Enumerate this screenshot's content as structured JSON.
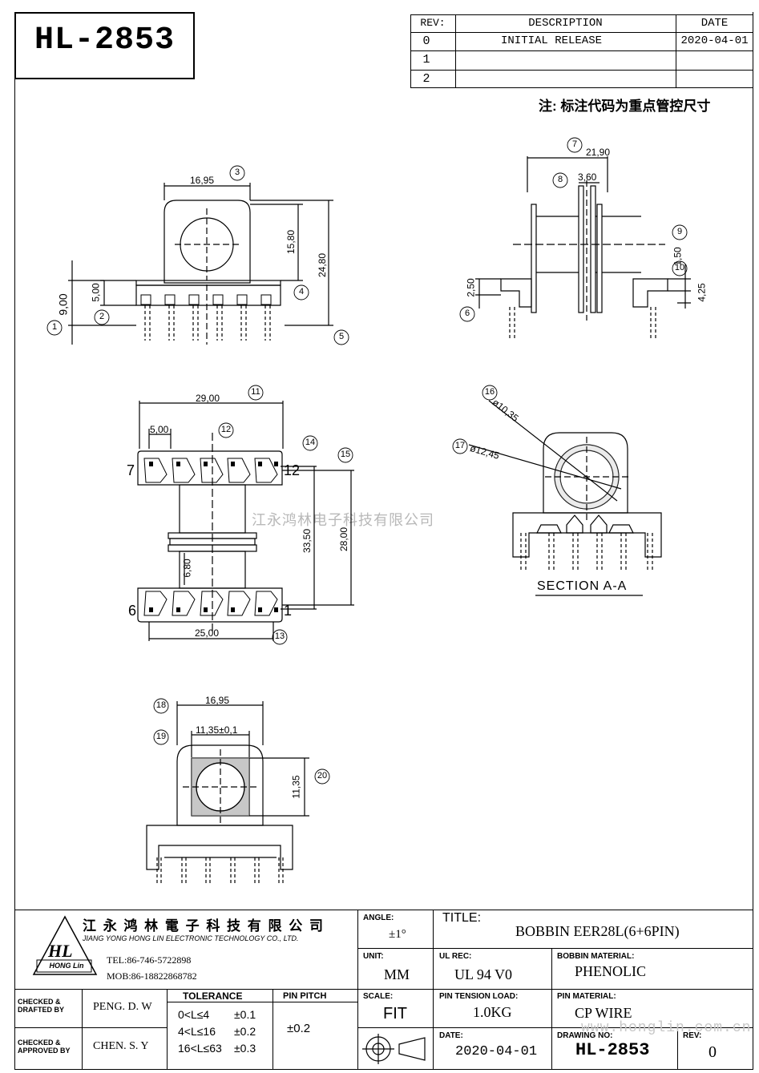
{
  "drawing_number": "HL-2853",
  "revision_table": {
    "headers": {
      "rev": "REV:",
      "description": "DESCRIPTION",
      "date": "DATE"
    },
    "rows": [
      {
        "rev": "0",
        "description": "INITIAL RELEASE",
        "date": "2020-04-01"
      },
      {
        "rev": "1",
        "description": "",
        "date": ""
      },
      {
        "rev": "2",
        "description": "",
        "date": ""
      }
    ]
  },
  "note": "注: 标注代码为重点管控尺寸",
  "watermark": "江永鸿林电子科技有限公司",
  "section_label": "SECTION A-A",
  "view1": {
    "dims": {
      "width": "16,95",
      "h_inner": "15,80",
      "h_total": "24,80",
      "base": "5,00",
      "pin_len": "9,00"
    },
    "callouts": [
      "1",
      "2",
      "3",
      "4",
      "5"
    ]
  },
  "view2": {
    "dims": {
      "width": "21,90",
      "gap": "3,60",
      "flange": "1,50",
      "base": "2,50",
      "lip": "4,25"
    },
    "callouts": [
      "6",
      "7",
      "8",
      "9",
      "10"
    ]
  },
  "view3": {
    "dims": {
      "width": "29,00",
      "pitch": "5,00",
      "height": "33,50",
      "inner": "28,00",
      "core": "6,80",
      "pin_span": "25,00"
    },
    "pin_labels": {
      "tl": "7",
      "tr": "12",
      "bl": "6",
      "br": "1"
    },
    "callouts": [
      "11",
      "12",
      "13",
      "14",
      "15"
    ]
  },
  "view4": {
    "dims": {
      "d_inner": "ø10,35",
      "d_outer": "ø12,45"
    },
    "callouts": [
      "16",
      "17"
    ]
  },
  "view5": {
    "dims": {
      "width": "16,95",
      "inner_w": "11,35±0,1",
      "inner_h": "11,35"
    },
    "callouts": [
      "18",
      "19",
      "20"
    ]
  },
  "title_block": {
    "company_cn": "江 永 鸿 林 電 子 科 技 有 限 公 司",
    "company_en": "JIANG YONG HONG LIN ELECTRONIC TECHNOLOGY CO., LTD.",
    "logo_text": "HL",
    "logo_sub": "HONG Lin",
    "tel": "TEL:86-746-5722898",
    "mob": "MOB:86-18822868782",
    "angle_label": "ANGLE:",
    "angle_value": "±1°",
    "title_label": "TITLE:",
    "title_value": "BOBBIN EER28L(6+6PIN)",
    "unit_label": "UNIT:",
    "unit_value": "MM",
    "ul_label": "UL REC:",
    "ul_value": "UL 94 V0",
    "bobbin_mat_label": "BOBBIN MATERIAL:",
    "bobbin_mat_value": "PHENOLIC",
    "checked_drafted_label": "CHECKED & DRAFTED BY",
    "checked_drafted_value": "PENG. D. W",
    "checked_approved_label": "CHECKED & APPROVED BY",
    "checked_approved_value": "CHEN. S. Y",
    "tolerance_label": "TOLERANCE",
    "tolerances": [
      {
        "range": "0<L≤4",
        "tol": "±0.1"
      },
      {
        "range": "4<L≤16",
        "tol": "±0.2"
      },
      {
        "range": "16<L≤63",
        "tol": "±0.3"
      }
    ],
    "pin_pitch_label": "PIN PITCH",
    "pin_pitch_value": "±0.2",
    "scale_label": "SCALE:",
    "scale_value": "FIT",
    "pin_tension_label": "PIN TENSION LOAD:",
    "pin_tension_value": "1.0KG",
    "pin_mat_label": "PIN MATERIAL:",
    "pin_mat_value": "CP WIRE",
    "date_label": "DATE:",
    "date_value": "2020-04-01",
    "drawing_no_label": "DRAWING NO:",
    "drawing_no_value": "HL-2853",
    "rev_label": "REV:",
    "rev_value": "0",
    "website": "www.honglin.com.cn"
  }
}
